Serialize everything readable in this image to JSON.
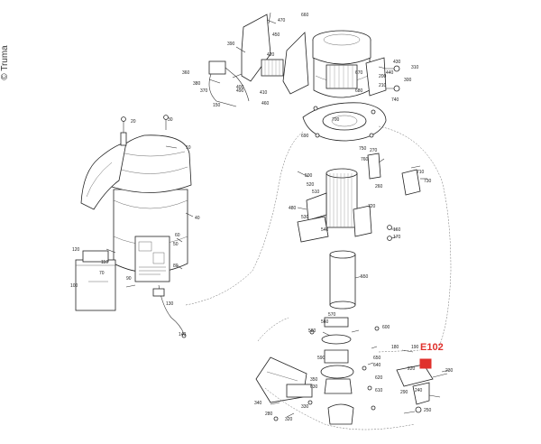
{
  "brand": "© Truma",
  "highlight": {
    "label": "E102",
    "color": "#e0312c",
    "marker_color": "#e0312c"
  },
  "part_numbers": [
    "10",
    "20",
    "30",
    "40",
    "50",
    "60",
    "70",
    "80",
    "90",
    "100",
    "110",
    "120",
    "130",
    "140",
    "150",
    "160",
    "170",
    "180",
    "190",
    "200",
    "210",
    "220",
    "230",
    "240",
    "250",
    "260",
    "270",
    "280",
    "290",
    "300",
    "310",
    "320",
    "330",
    "340",
    "350",
    "360",
    "370",
    "380",
    "390",
    "400",
    "410",
    "420",
    "430",
    "440",
    "450",
    "460",
    "470",
    "480",
    "490",
    "500",
    "510",
    "520",
    "530",
    "540",
    "550",
    "560",
    "570",
    "580",
    "590",
    "600",
    "610",
    "620",
    "630",
    "640",
    "650",
    "660",
    "670",
    "680",
    "690",
    "700",
    "710",
    "720",
    "730",
    "740",
    "750",
    "760"
  ]
}
